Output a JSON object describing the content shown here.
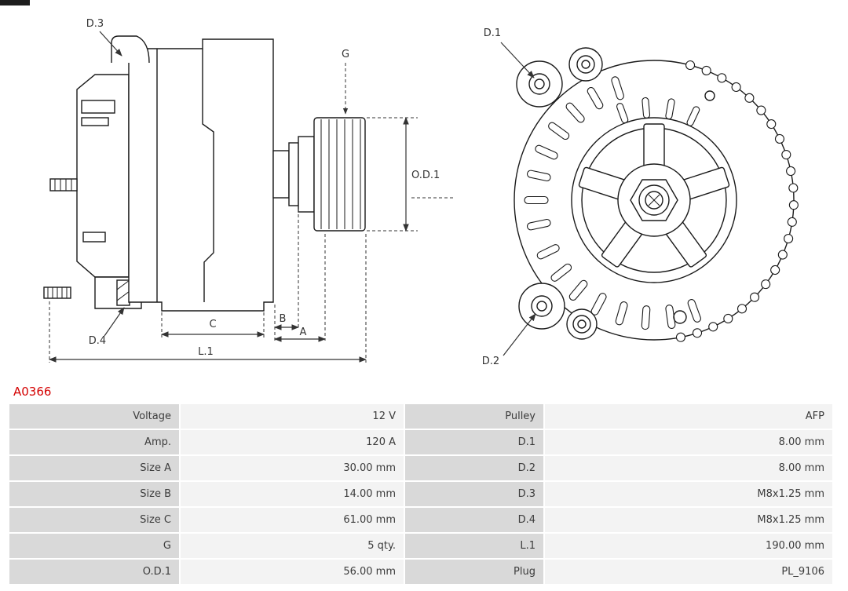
{
  "page": {
    "background": "#ffffff",
    "part_number": "A0366",
    "part_number_color": "#d40000"
  },
  "drawing": {
    "stroke_color": "#1a1a1a",
    "labels": {
      "d3": "D.3",
      "g": "G",
      "od1": "O.D.1",
      "d4": "D.4",
      "c": "C",
      "b": "B",
      "a": "A",
      "l1": "L.1",
      "d1": "D.1",
      "d2": "D.2"
    }
  },
  "spec_table": {
    "label_bg": "#d9d9d9",
    "value_bg": "#f3f3f3",
    "text_color": "#3c3c3c",
    "rows": [
      {
        "label_left": "Voltage",
        "value_left": "12 V",
        "label_right": "Pulley",
        "value_right": "AFP"
      },
      {
        "label_left": "Amp.",
        "value_left": "120 A",
        "label_right": "D.1",
        "value_right": "8.00 mm"
      },
      {
        "label_left": "Size A",
        "value_left": "30.00 mm",
        "label_right": "D.2",
        "value_right": "8.00 mm"
      },
      {
        "label_left": "Size B",
        "value_left": "14.00 mm",
        "label_right": "D.3",
        "value_right": "M8x1.25 mm"
      },
      {
        "label_left": "Size C",
        "value_left": "61.00 mm",
        "label_right": "D.4",
        "value_right": "M8x1.25 mm"
      },
      {
        "label_left": "G",
        "value_left": "5 qty.",
        "label_right": "L.1",
        "value_right": "190.00 mm"
      },
      {
        "label_left": "O.D.1",
        "value_left": "56.00 mm",
        "label_right": "Plug",
        "value_right": "PL_9106"
      }
    ]
  }
}
